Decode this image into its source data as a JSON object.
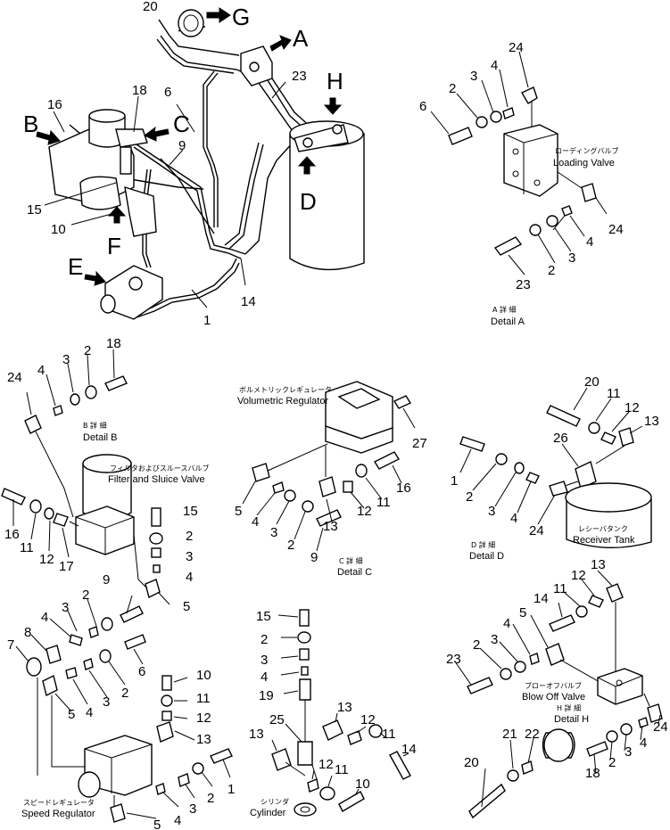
{
  "letters": {
    "A": "A",
    "B": "B",
    "C": "C",
    "D": "D",
    "E": "E",
    "F": "F",
    "G": "G",
    "H": "H"
  },
  "main_numbers": {
    "n20": "20",
    "n16": "16",
    "n18": "18",
    "n6": "6",
    "n23": "23",
    "n9": "9",
    "n15": "15",
    "n10": "10",
    "n14": "14",
    "n1": "1"
  },
  "detail_a": {
    "jp_title": "ローディングバルブ",
    "title": "Loading Valve",
    "n6": "6",
    "n2": "2",
    "n3": "3",
    "n4": "4",
    "n24": "24",
    "n24b": "24",
    "n4b": "4",
    "n3b": "3",
    "n2b": "2",
    "n23": "23",
    "jp_caption": "A 詳 細",
    "caption": "Detail A"
  },
  "detail_b": {
    "n24": "24",
    "n4": "4",
    "n3": "3",
    "n2": "2",
    "n18": "18",
    "jp_caption": "B 詳 細",
    "caption": "Detail B",
    "jp_title": "フィルタおよびスルースバルブ",
    "title": "Filter and Sluice Valve",
    "n16": "16",
    "n11": "11",
    "n12": "12",
    "n17": "17",
    "n15": "15",
    "n2b": "2",
    "n3b": "3",
    "n4b": "4",
    "n5": "5"
  },
  "detail_c": {
    "jp_title": "ボルメトリックレギュレータ",
    "title": "Volumetric Regulator",
    "n27": "27",
    "n16": "16",
    "n11": "11",
    "n12": "12",
    "n13": "13",
    "n5": "5",
    "n4": "4",
    "n3": "3",
    "n2": "2",
    "n9": "9",
    "jp_caption": "C 詳 細",
    "caption": "Detail C"
  },
  "detail_d": {
    "n20": "20",
    "n11": "11",
    "n12": "12",
    "n13": "13",
    "n26": "26",
    "n1": "1",
    "n2": "2",
    "n3": "3",
    "n4": "4",
    "n24": "24",
    "jp_title": "レシーバタンク",
    "title": "Receiver Tank",
    "jp_caption": "D 詳 細",
    "caption": "Detail D"
  },
  "detail_e": {
    "n9": "9",
    "n2": "2",
    "n3": "3",
    "n4": "4",
    "n8": "8",
    "n7": "7",
    "n6": "6",
    "n4b": "4",
    "n3b": "3",
    "n2b": "2",
    "n5": "5",
    "n10": "10",
    "n11": "11",
    "n12": "12",
    "n13": "13",
    "n1": "1",
    "n2c": "2",
    "n3c": "3",
    "n4c": "4",
    "n5b": "5",
    "jp_title": "スピードレギュレータ",
    "title": "Speed Regulator"
  },
  "detail_f": {
    "n15": "15",
    "n2": "2",
    "n3": "3",
    "n4": "4",
    "n19": "19",
    "n25": "25",
    "n13": "13",
    "n13b": "13",
    "n12": "12",
    "n11": "11",
    "n14": "14",
    "n12b": "12",
    "n11b": "11",
    "n10": "10",
    "jp_title": "シリンダ",
    "title": "Cylinder"
  },
  "detail_h": {
    "n13": "13",
    "n12": "12",
    "n11": "11",
    "n14": "14",
    "n5": "5",
    "n4": "4",
    "n3": "3",
    "n2": "2",
    "n23": "23",
    "jp_title": "ブローオフバルブ",
    "title": "Blow Off Valve",
    "jp_caption": "H 詳 細",
    "caption": "Detail H",
    "n24": "24",
    "n4b": "4",
    "n3b": "3",
    "n2b": "2",
    "n18": "18",
    "n22": "22",
    "n21": "21",
    "n20": "20"
  }
}
